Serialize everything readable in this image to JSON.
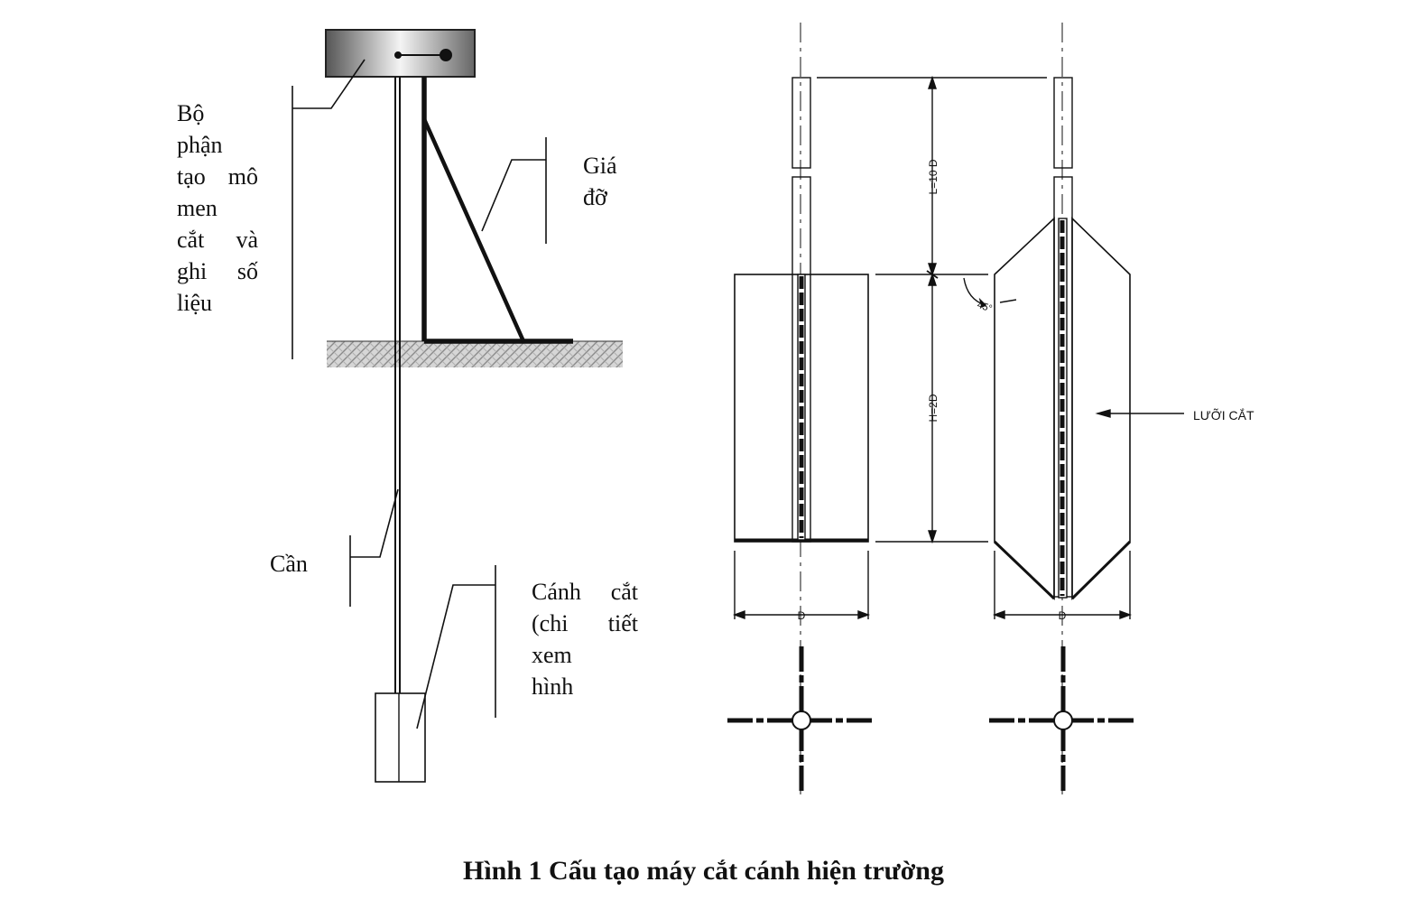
{
  "labels": {
    "torque_unit": [
      "Bộ",
      "phận",
      "tạo mô",
      "men",
      "cắt và",
      "ghi số",
      "liệu"
    ],
    "support_frame": [
      "Giá",
      "đỡ"
    ],
    "rod": "Cần",
    "vane": [
      "Cánh cắt",
      "(chi tiết",
      "xem",
      "hình"
    ]
  },
  "dimensions": {
    "upper_length": "L=10 D",
    "blade_height": "H=2D",
    "angle": "45°",
    "width_left": "D",
    "width_right": "D",
    "blade_note": "LƯỠI CẮT"
  },
  "caption": "Hình 1 Cấu tạo máy cắt cánh hiện trường"
}
